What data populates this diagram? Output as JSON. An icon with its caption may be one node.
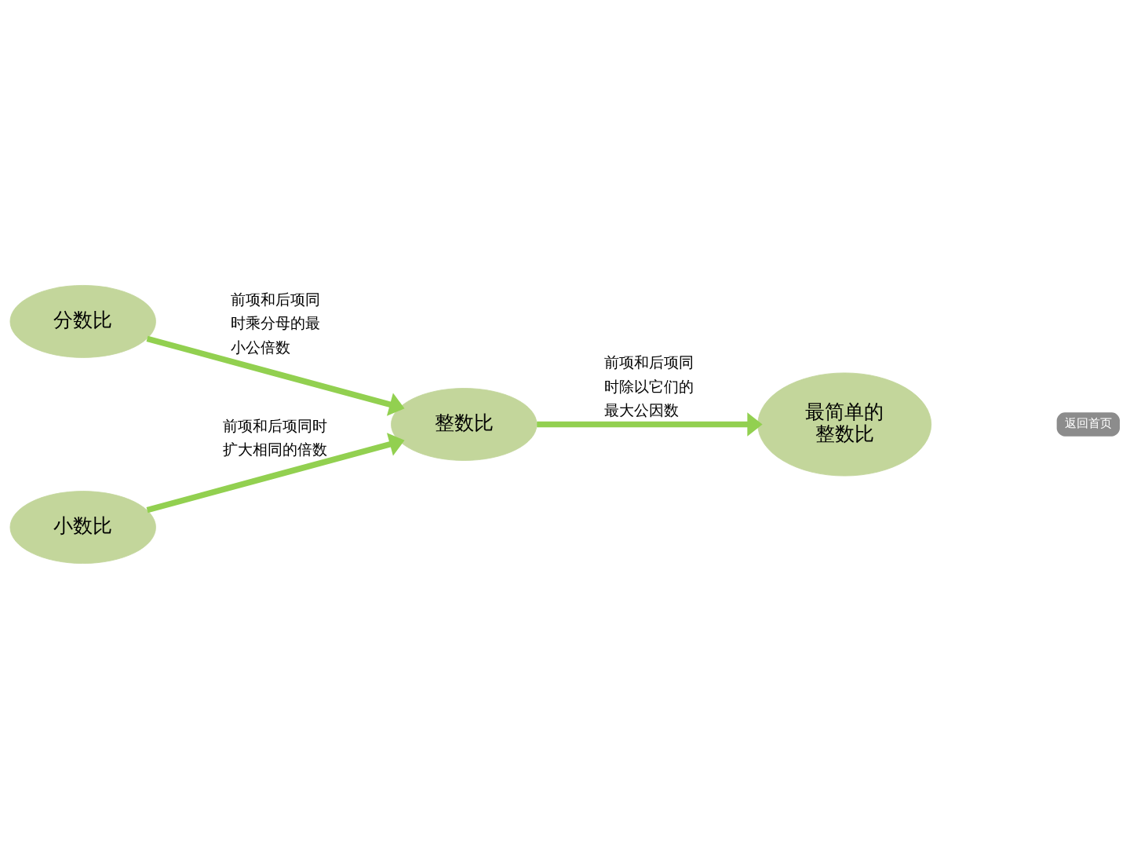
{
  "diagram": {
    "nodes": [
      {
        "text": [
          "分数比"
        ]
      },
      {
        "text": [
          "小数比"
        ]
      },
      {
        "text": [
          "整数比"
        ]
      },
      {
        "text": [
          "最简单的整数比"
        ]
      }
    ],
    "edges": [
      {
        "from": 0,
        "to": 2,
        "arrow": "to",
        "label": "前项和后项同时乘分母的最小公倍数"
      },
      {
        "from": 1,
        "to": 2,
        "arrow": "to",
        "label": "前项和后项同时扩大相同的倍数"
      },
      {
        "from": 2,
        "to": 3,
        "arrow": "to",
        "label": "前项和后项同时除以它们的最大公因数"
      }
    ],
    "labels": [
      "返回首页"
    ]
  }
}
